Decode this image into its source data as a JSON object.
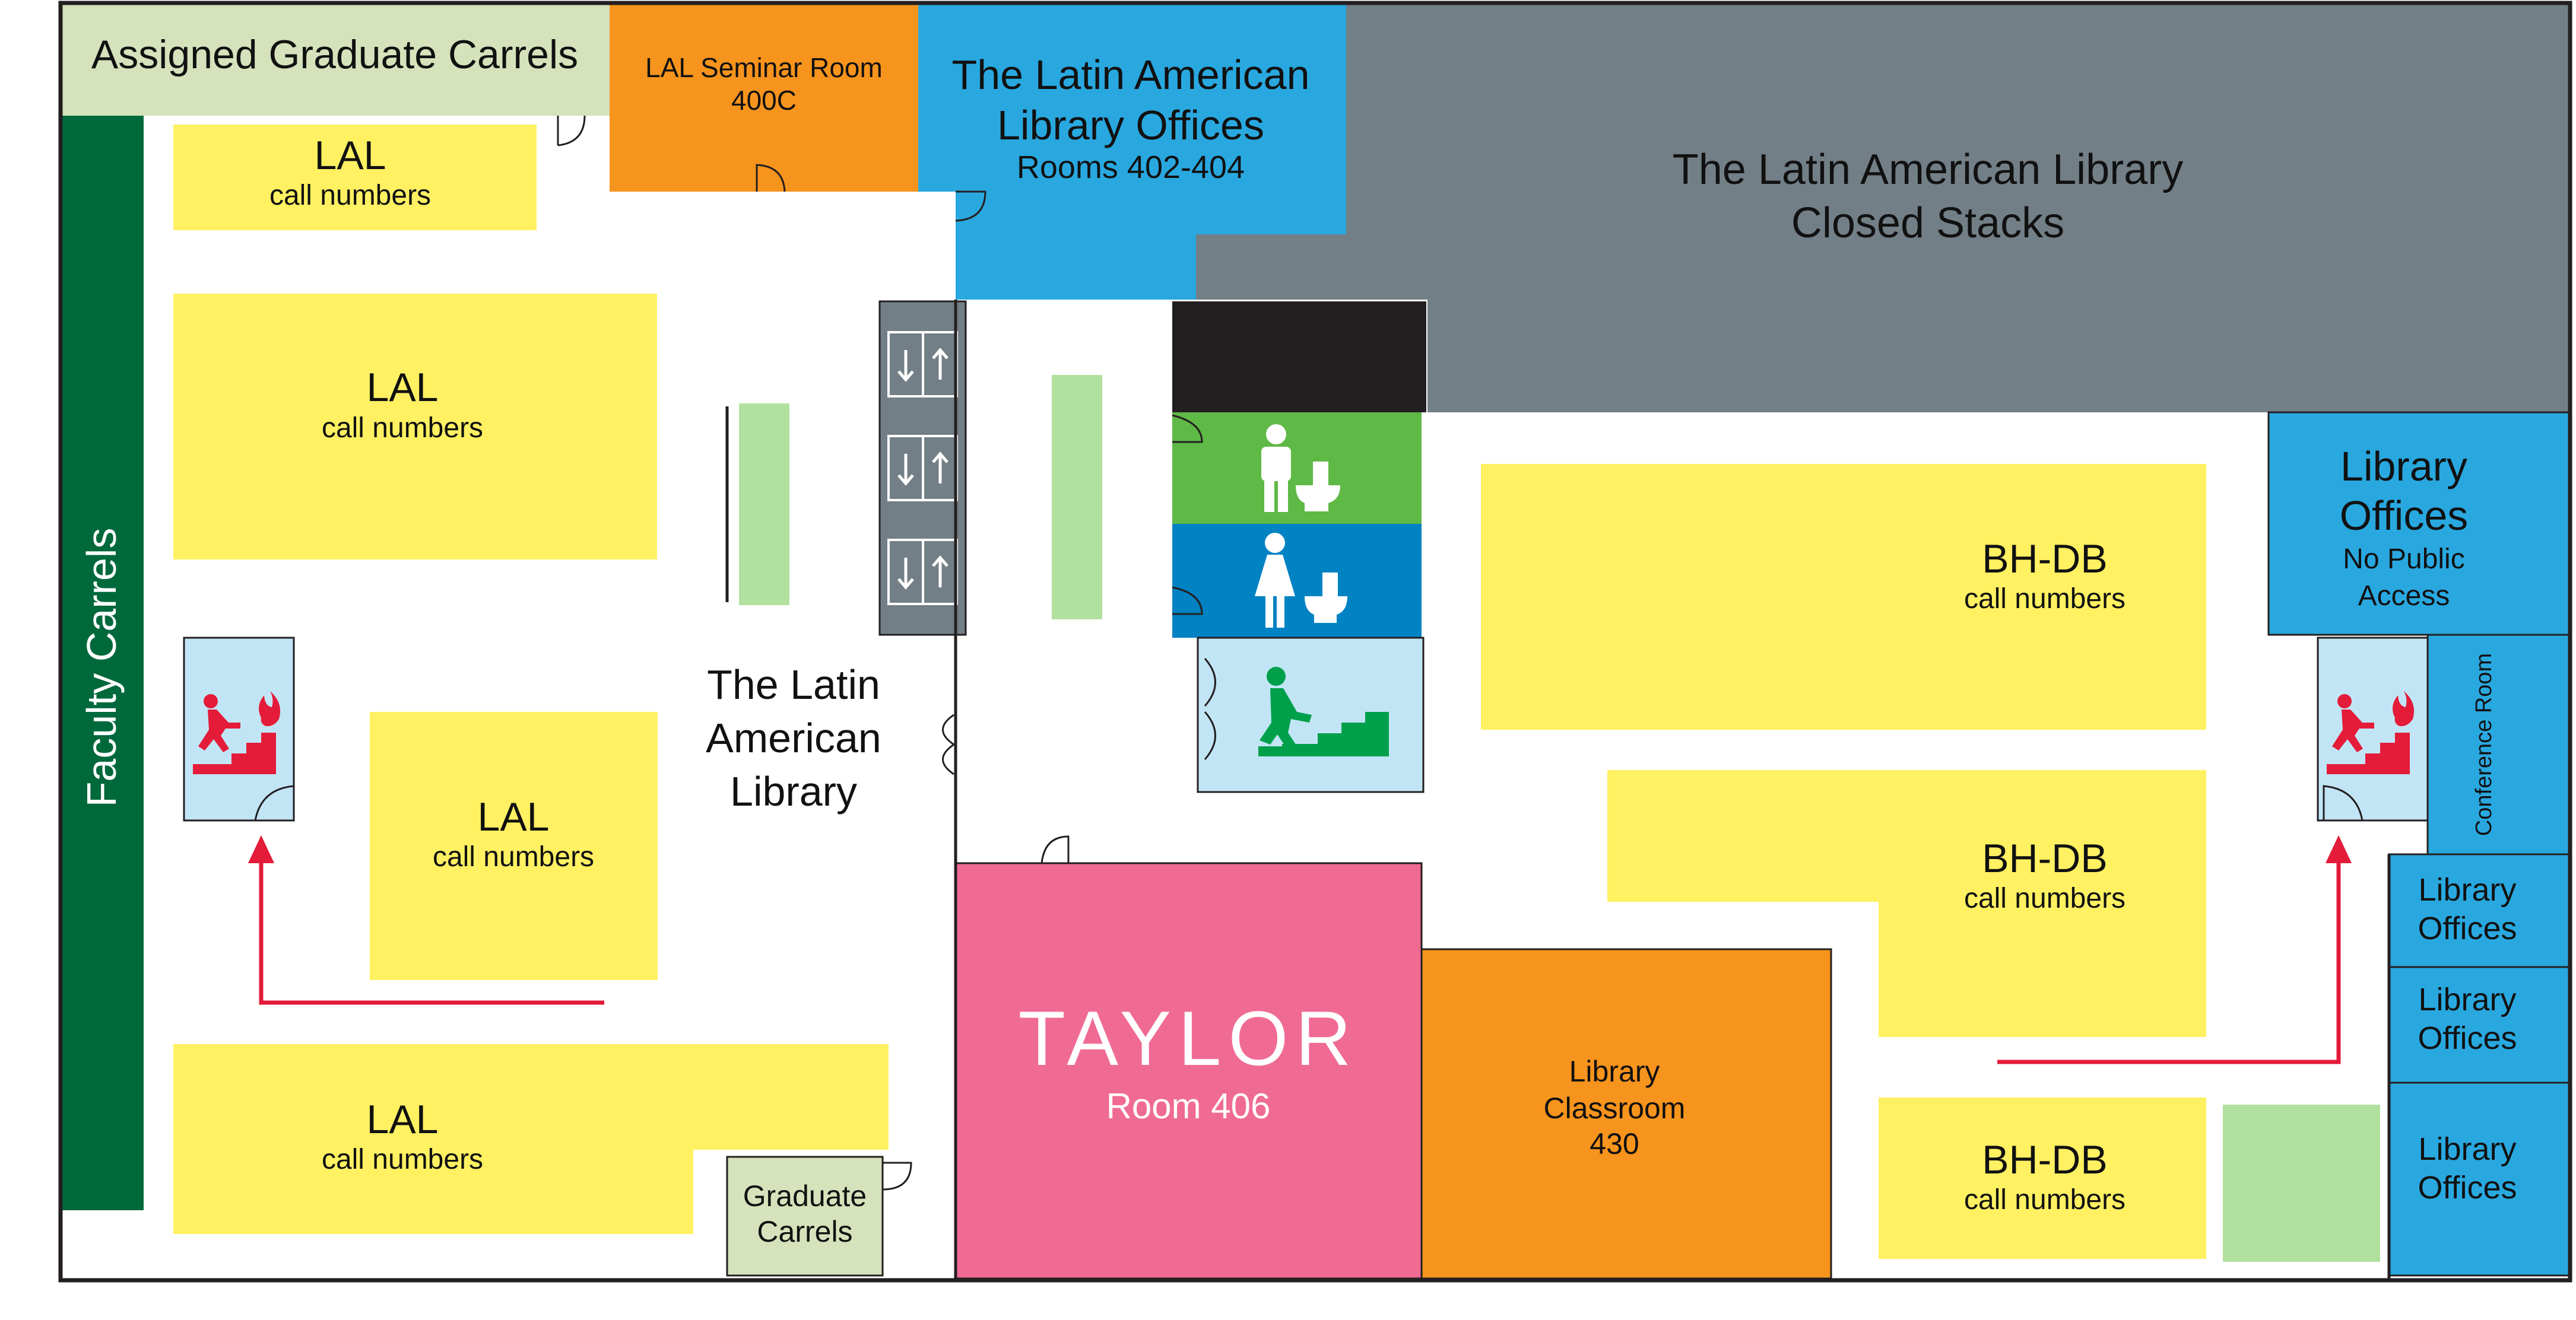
{
  "rooms": {
    "grad_carrels_assigned": "Assigned Graduate Carrels",
    "seminar": {
      "line1": "LAL Seminar Room",
      "line2": "400C"
    },
    "lal_offices": {
      "line1": "The Latin American",
      "line2": "Library Offices",
      "line3": "Rooms 402-404"
    },
    "closed_stacks": {
      "line1": "The Latin American Library",
      "line2": "Closed Stacks"
    },
    "faculty_carrels": "Faculty Carrels",
    "lal_label": {
      "line1": "The Latin",
      "line2": "American",
      "line3": "Library"
    },
    "taylor": {
      "name": "TAYLOR",
      "room": "Room 406"
    },
    "classroom": {
      "line1": "Library",
      "line2": "Classroom",
      "line3": "430"
    },
    "grad_carrels": {
      "line1": "Graduate",
      "line2": "Carrels"
    },
    "library_offices_main": {
      "line1": "Library",
      "line2": "Offices",
      "line3": "No Public",
      "line4": "Access"
    },
    "conference": "Conference Room",
    "library_offices_small": {
      "line1": "Library",
      "line2": "Offices"
    }
  },
  "stacks": {
    "lal_title": "LAL",
    "lal_sub": "call numbers",
    "bh_title": "BH-DB",
    "bh_sub": "call numbers"
  },
  "colors": {
    "yellow": "#fff162",
    "orange": "#f7941d",
    "blue": "#29a8e0",
    "gray": "#737f87",
    "green_dark": "#00693c",
    "green_light": "#b1e09f",
    "sage": "#d5e2bb",
    "pink": "#f06b94",
    "mens": "#5fb946",
    "womens": "#0082c3",
    "stairs": "#c2e5f5",
    "red": "#e41b39"
  }
}
